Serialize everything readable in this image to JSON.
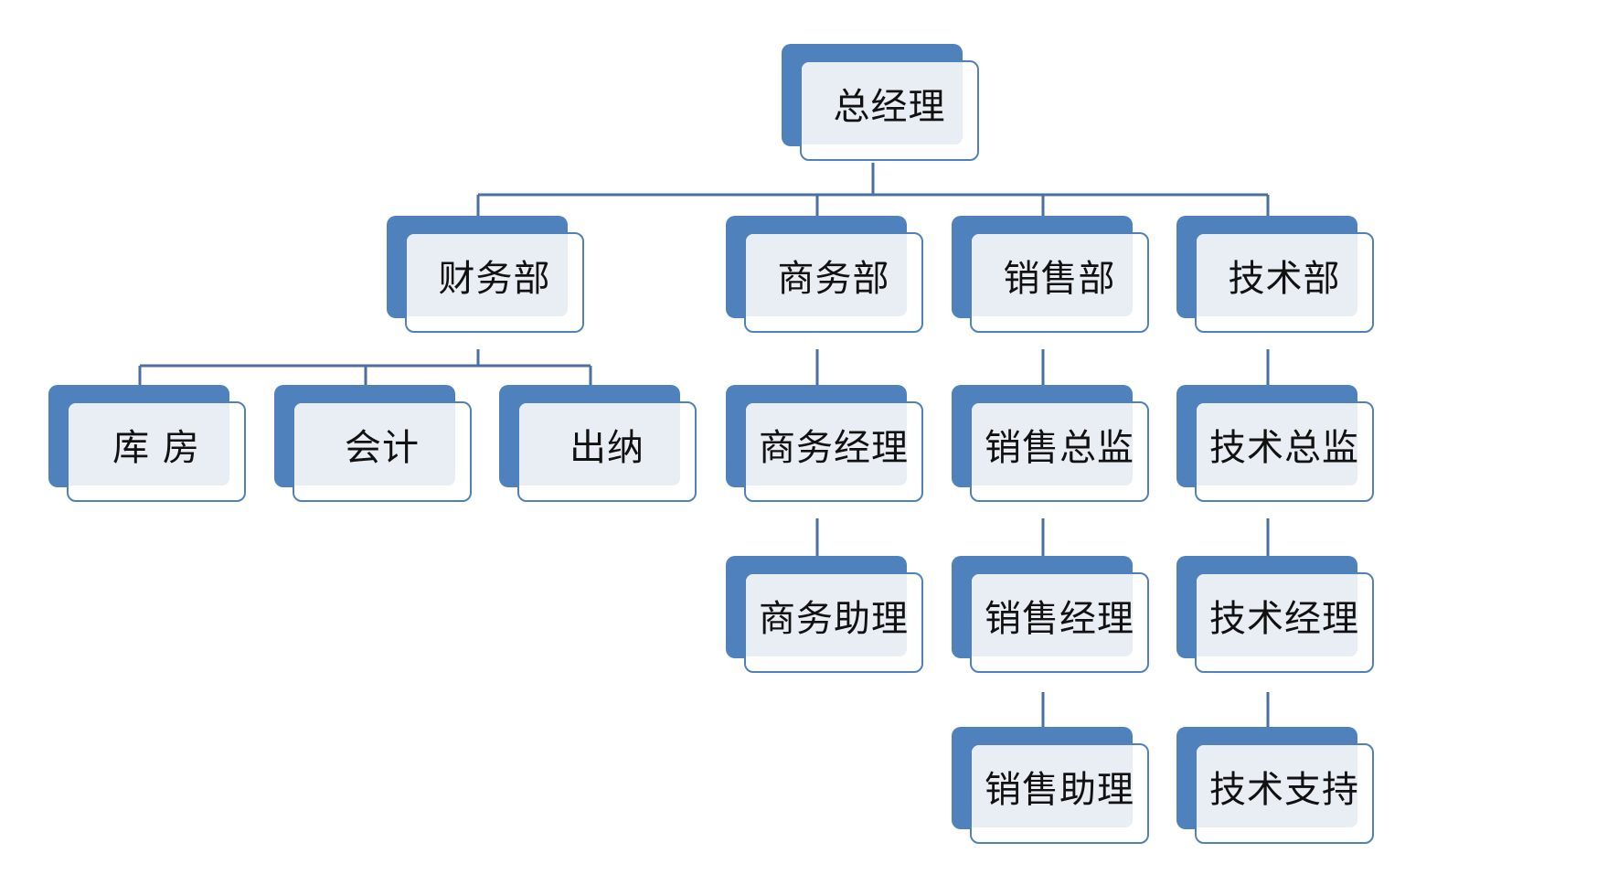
{
  "org_chart": {
    "root": "总经理",
    "departments": [
      {
        "name": "财务部",
        "children": [
          "库 房",
          "会计",
          "出纳"
        ]
      },
      {
        "name": "商务部",
        "children": [
          "商务经理",
          "商务助理"
        ]
      },
      {
        "name": "销售部",
        "children": [
          "销售总监",
          "销售经理",
          "销售助理"
        ]
      },
      {
        "name": "技术部",
        "children": [
          "技术总监",
          "技术经理",
          "技术支持"
        ]
      }
    ]
  },
  "colors": {
    "box_dark": "#4f81bd",
    "box_light": "#e9edf4",
    "connector": "#4a6fa0"
  }
}
